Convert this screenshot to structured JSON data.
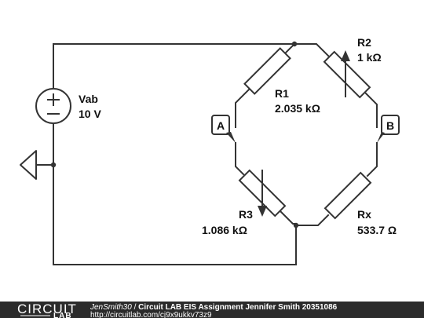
{
  "source": {
    "name": "Vab",
    "value": "10 V"
  },
  "resistors": {
    "r1": {
      "name": "R1",
      "value": "2.035 kΩ"
    },
    "r2": {
      "name": "R2",
      "value": "1 kΩ"
    },
    "r3": {
      "name": "R3",
      "value": "1.086 kΩ"
    },
    "rx": {
      "name": "Rx",
      "value": "533.7 Ω"
    }
  },
  "nodes": {
    "a": "A",
    "b": "B"
  },
  "footer": {
    "author": "JenSmith30",
    "separator": " / ",
    "title": "Circuit LAB EIS Assignment Jennifer Smith 20351086",
    "url": "http://circuitlab.com/cj9x9ukkv73z9",
    "logo_top": "CIRCUIT",
    "logo_bottom": "LAB"
  },
  "colors": {
    "wire": "#333333",
    "footer_bg": "#2b2b2b",
    "component_fill": "#ffffff"
  }
}
